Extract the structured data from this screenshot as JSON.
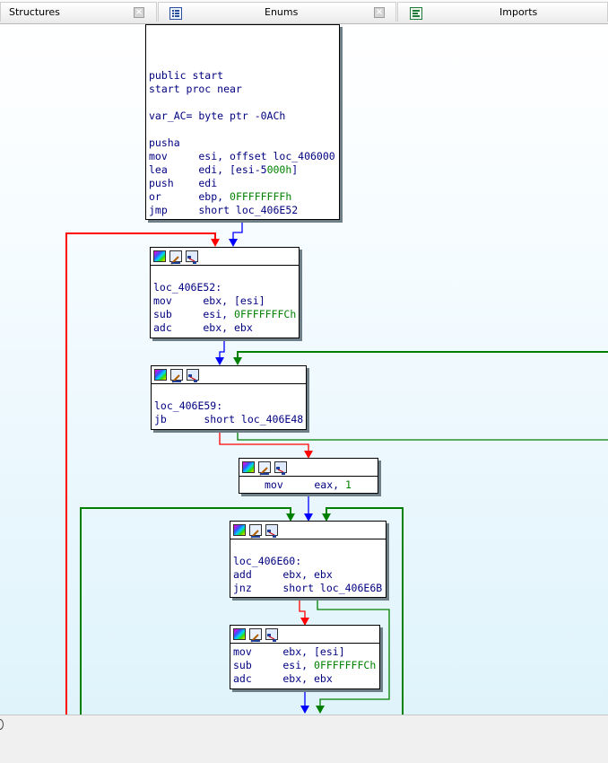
{
  "tabs": [
    {
      "title": "Structures",
      "icon": "structures-icon"
    },
    {
      "title": "Enums",
      "icon": "enums-icon"
    },
    {
      "title": "Imports",
      "icon": "imports-icon"
    }
  ],
  "close_glyph": "×",
  "nodes": {
    "start": {
      "lines": [
        "",
        "",
        "public start",
        "start proc near",
        "",
        "var_AC= byte ptr -0ACh",
        "",
        "pusha",
        "mov     esi, offset loc_406000",
        "lea     edi, [esi-5000h]",
        "push    edi",
        "or      ebp, 0FFFFFFFFh",
        "jmp     short loc_406E52"
      ]
    },
    "n52": {
      "lines": [
        "",
        "loc_406E52:",
        "mov     ebx, [esi]",
        "sub     esi, 0FFFFFFFCh",
        "adc     ebx, ebx"
      ]
    },
    "n59": {
      "lines": [
        "",
        "loc_406E59:",
        "jb      short loc_406E48"
      ]
    },
    "nmov": {
      "lines": [
        "mov     eax, 1"
      ]
    },
    "n60": {
      "lines": [
        "",
        "loc_406E60:",
        "add     ebx, ebx",
        "jnz     short loc_406E6B"
      ]
    },
    "nlast": {
      "lines": [
        "mov     ebx, [esi]",
        "sub     esi, 0FFFFFFFCh",
        "adc     ebx, ebx"
      ]
    }
  },
  "colors": {
    "edge_true": "#008000",
    "edge_false": "#ff0000",
    "edge_uncond": "#0000ff",
    "edge_back_red": "#ff0000",
    "edge_back_green": "#008000"
  }
}
